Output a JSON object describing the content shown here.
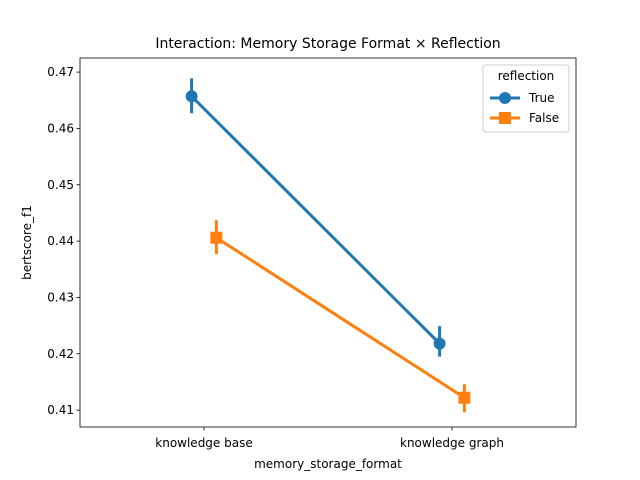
{
  "chart_data": {
    "type": "line",
    "title": "Interaction: Memory Storage Format × Reflection",
    "xlabel": "memory_storage_format",
    "ylabel": "bertscore_f1",
    "categories": [
      "knowledge base",
      "knowledge graph"
    ],
    "ylim": [
      0.407,
      0.4725
    ],
    "yticks": [
      0.41,
      0.42,
      0.43,
      0.44,
      0.45,
      0.46,
      0.47
    ],
    "ytick_labels": [
      "0.41",
      "0.42",
      "0.43",
      "0.44",
      "0.45",
      "0.46",
      "0.47"
    ],
    "grid": false,
    "legend": {
      "title": "reflection",
      "placement": "top-right"
    },
    "series": [
      {
        "name": "True",
        "color": "#1f77b4",
        "marker": "circle",
        "values": [
          0.4657,
          0.4218
        ],
        "ci_low": [
          0.4627,
          0.4195
        ],
        "ci_high": [
          0.4689,
          0.4249
        ]
      },
      {
        "name": "False",
        "color": "#ff7f0e",
        "marker": "square",
        "values": [
          0.4406,
          0.4122
        ],
        "ci_low": [
          0.4377,
          0.4096
        ],
        "ci_high": [
          0.4437,
          0.4146
        ]
      }
    ]
  }
}
